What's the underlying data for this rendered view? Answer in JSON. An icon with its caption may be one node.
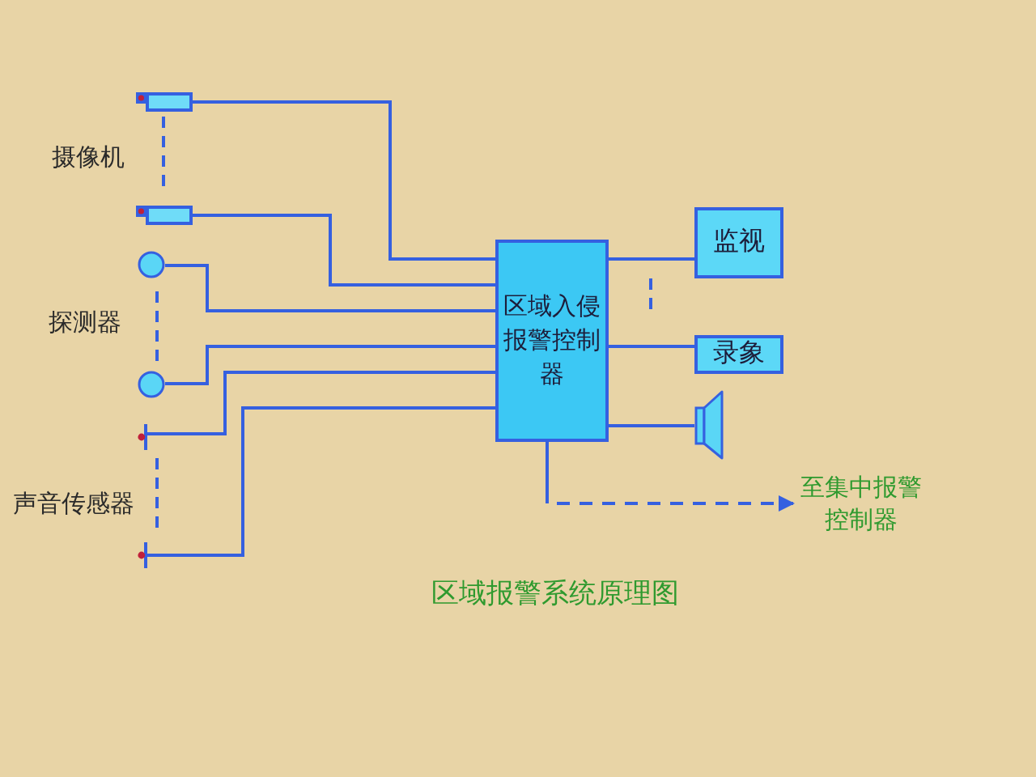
{
  "diagram": {
    "caption": "区域报警系统原理图",
    "nodes": [
      {
        "text": [],
        "shape": "box"
      },
      {
        "text": [],
        "shape": "box"
      },
      {
        "text": [],
        "shape": "circle"
      },
      {
        "text": [],
        "shape": "circle"
      },
      {
        "text": [],
        "shape": "bar"
      },
      {
        "text": [],
        "shape": "bar"
      },
      {
        "text": [
          "区域入侵报警控制器"
        ]
      },
      {
        "text": [
          "监视"
        ]
      },
      {
        "text": [
          "录象"
        ]
      },
      {
        "text": [],
        "shape": "speaker"
      },
      {
        "text": [
          "至集中报警控制器"
        ]
      }
    ],
    "edges": [
      {
        "from": 0,
        "to": 6,
        "arrow": "none"
      },
      {
        "from": 1,
        "to": 6,
        "arrow": "none"
      },
      {
        "from": 2,
        "to": 6,
        "arrow": "none"
      },
      {
        "from": 3,
        "to": 6,
        "arrow": "none"
      },
      {
        "from": 4,
        "to": 6,
        "arrow": "none"
      },
      {
        "from": 5,
        "to": 6,
        "arrow": "none"
      },
      {
        "from": 6,
        "to": 7,
        "arrow": "none"
      },
      {
        "from": 6,
        "to": 8,
        "arrow": "none"
      },
      {
        "from": 6,
        "to": 9,
        "arrow": "none"
      },
      {
        "from": 6,
        "to": 10,
        "arrow": "to",
        "style": "dashed"
      }
    ],
    "labels": [
      "摄像机",
      "探测器",
      "声音传感器"
    ]
  }
}
